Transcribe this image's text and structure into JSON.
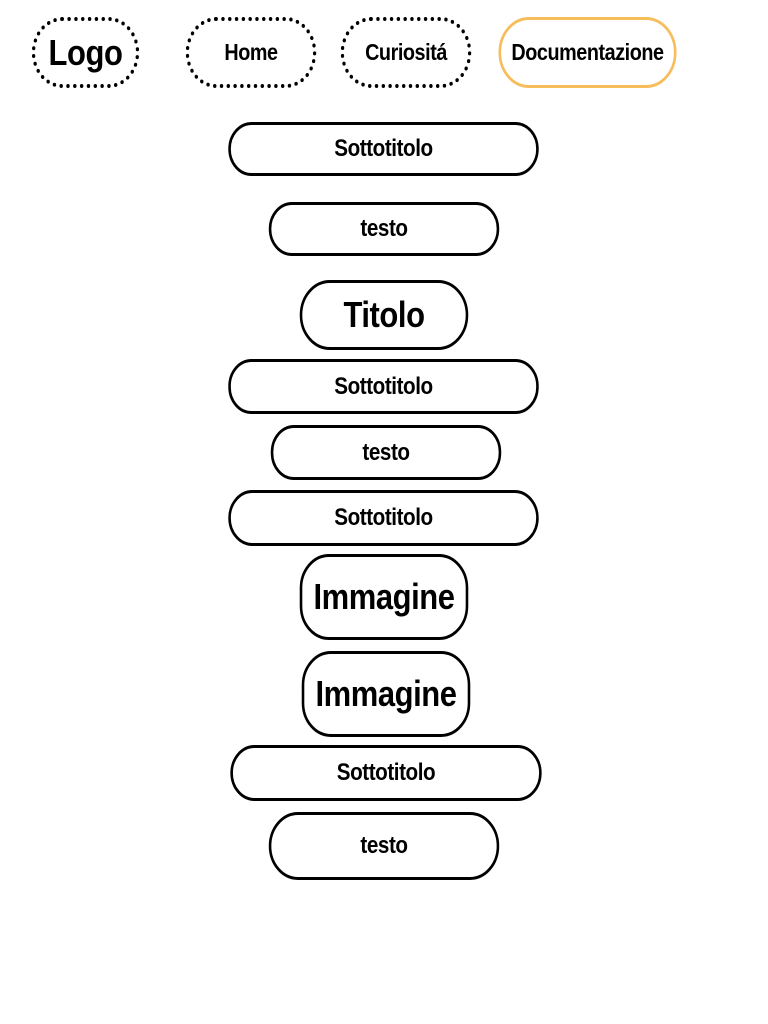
{
  "nav": {
    "logo": "Logo",
    "home": "Home",
    "curiosita": "Curiositá",
    "documentazione": "Documentazione",
    "active_color": "#f7bd5b"
  },
  "content": {
    "subtitle_1": "Sottotitolo",
    "text_1": "testo",
    "title_1": "Titolo",
    "subtitle_2": "Sottotitolo",
    "text_2": "testo",
    "subtitle_3": "Sottotitolo",
    "image_1": "Immagine",
    "image_2": "Immagine",
    "subtitle_4": "Sottotitolo",
    "text_3": "testo"
  }
}
